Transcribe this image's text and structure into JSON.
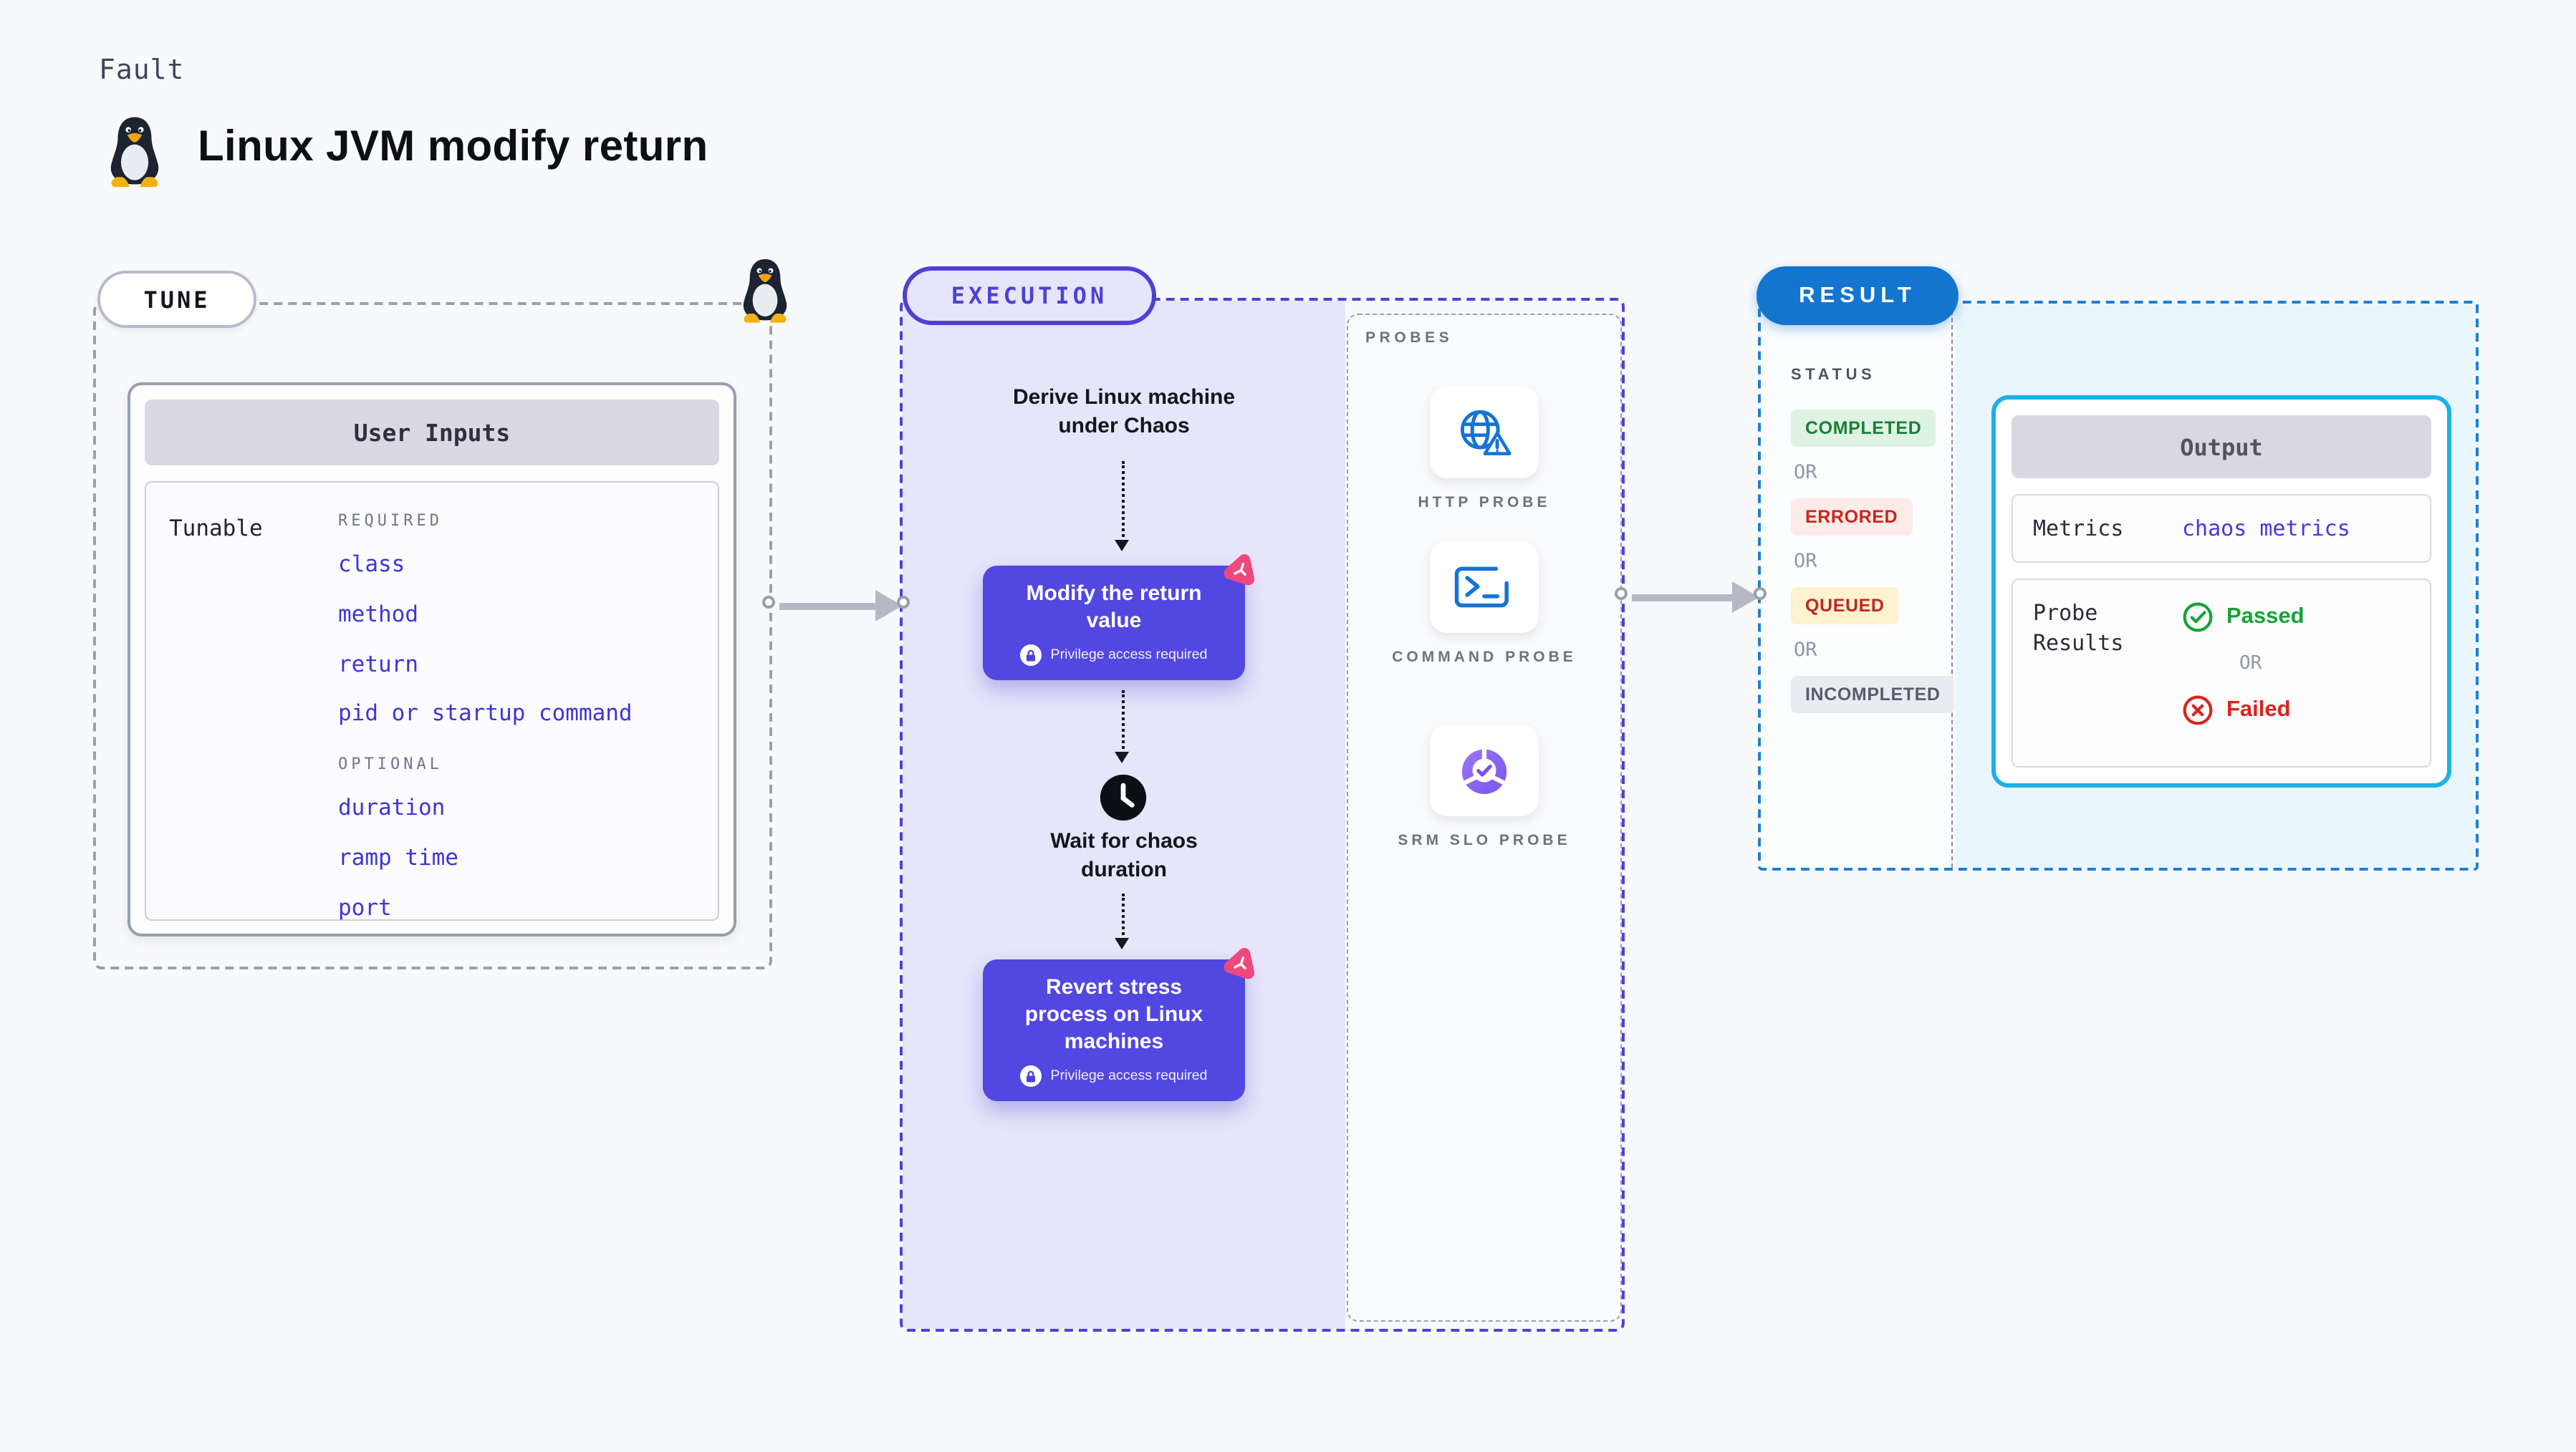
{
  "header": {
    "fault_label": "Fault",
    "title": "Linux JVM modify return"
  },
  "tune": {
    "label": "TUNE",
    "user_inputs": {
      "title": "User Inputs",
      "row_label": "Tunable",
      "required_label": "REQUIRED",
      "required_items": [
        "class",
        "method",
        "return",
        "pid or startup command"
      ],
      "optional_label": "OPTIONAL",
      "optional_items": [
        "duration",
        "ramp time",
        "port"
      ]
    }
  },
  "execution": {
    "label": "EXECUTION",
    "derive_step": "Derive Linux machine under Chaos",
    "modify_step": {
      "title": "Modify the return value",
      "badge": "Privilege access required"
    },
    "wait_step": "Wait for chaos duration",
    "revert_step": {
      "title": "Revert stress process on Linux machines",
      "badge": "Privilege access required"
    }
  },
  "probes": {
    "label": "PROBES",
    "items": [
      {
        "name": "HTTP PROBE",
        "icon": "globe-alert-icon"
      },
      {
        "name": "COMMAND PROBE",
        "icon": "terminal-icon"
      },
      {
        "name": "SRM SLO PROBE",
        "icon": "slo-pie-icon"
      }
    ]
  },
  "result": {
    "label": "RESULT",
    "status": {
      "label": "STATUS",
      "separator": "OR",
      "badges": [
        {
          "text": "COMPLETED",
          "type": "success"
        },
        {
          "text": "ERRORED",
          "type": "error"
        },
        {
          "text": "QUEUED",
          "type": "warning"
        },
        {
          "text": "INCOMPLETED",
          "type": "muted"
        }
      ]
    },
    "output": {
      "title": "Output",
      "metrics_label": "Metrics",
      "metrics_value": "chaos metrics",
      "probe_results_label": "Probe Results",
      "passed_label": "Passed",
      "or_label": "OR",
      "failed_label": "Failed"
    }
  },
  "colors": {
    "page": "#f8f9fc",
    "indigo": "#5347e1",
    "indigo_border": "#4d42d4",
    "lavender": "#e6e5fa",
    "pink": "#f0487d",
    "blue": "#1375d0",
    "blue_dash": "#1b80d6",
    "cyan_bg": "#e9f6fd",
    "cyan_border": "#1ab2e8",
    "green": "#17a23a",
    "red": "#d8251d",
    "gray_dash": "#9aa0ad",
    "item_indigo": "#3d35d8",
    "icon_blue": "#1574d4",
    "arrow": "#b6b9c5"
  }
}
